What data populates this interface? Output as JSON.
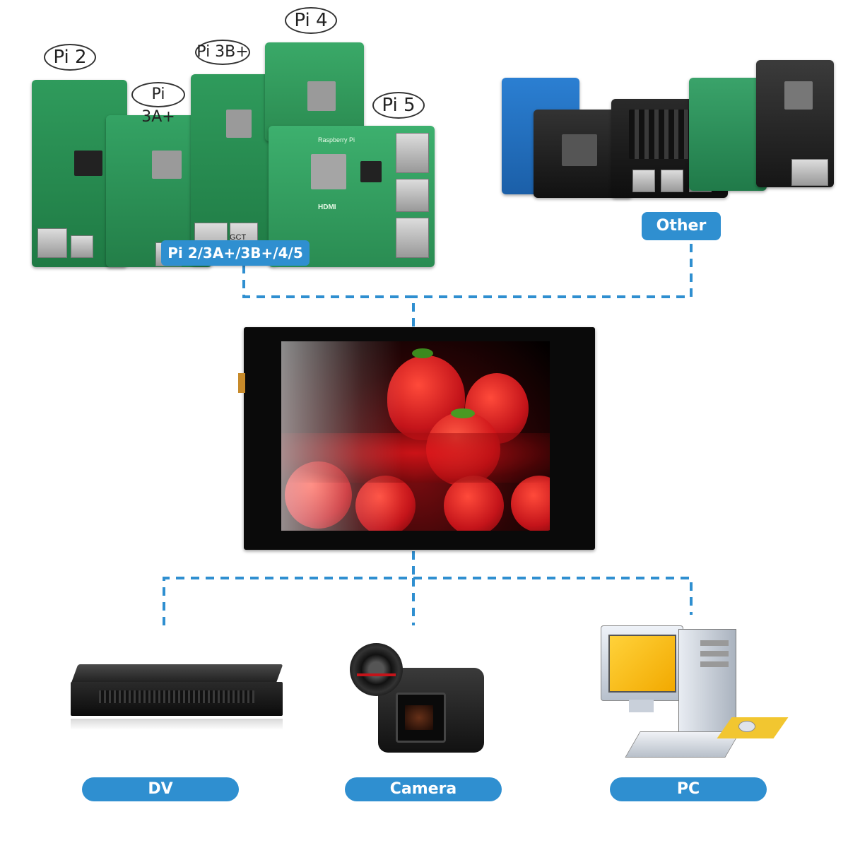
{
  "pi_labels": {
    "pi2": "Pi 2",
    "pi3a": "Pi 3A+",
    "pi3b": "Pi 3B+",
    "pi4": "Pi 4",
    "pi5": "Pi 5"
  },
  "boards_printed_text": {
    "rpi_brand": "Raspberry Pi",
    "hdmi": "HDMI",
    "gct": "GCT"
  },
  "pills": {
    "pi_group": "Pi 2/3A+/3B+/4/5",
    "other": "Other",
    "dv": "DV",
    "camera": "Camera",
    "pc": "PC"
  },
  "colors": {
    "pill_blue": "#2f8fd0",
    "connector_blue": "#2f8fd0",
    "board_green": "#2e8b57"
  },
  "icons": {
    "display": "strawberry-display-image",
    "dv": "dvr-recorder-device",
    "camera": "dslr-camera",
    "pc": "desktop-computer"
  }
}
